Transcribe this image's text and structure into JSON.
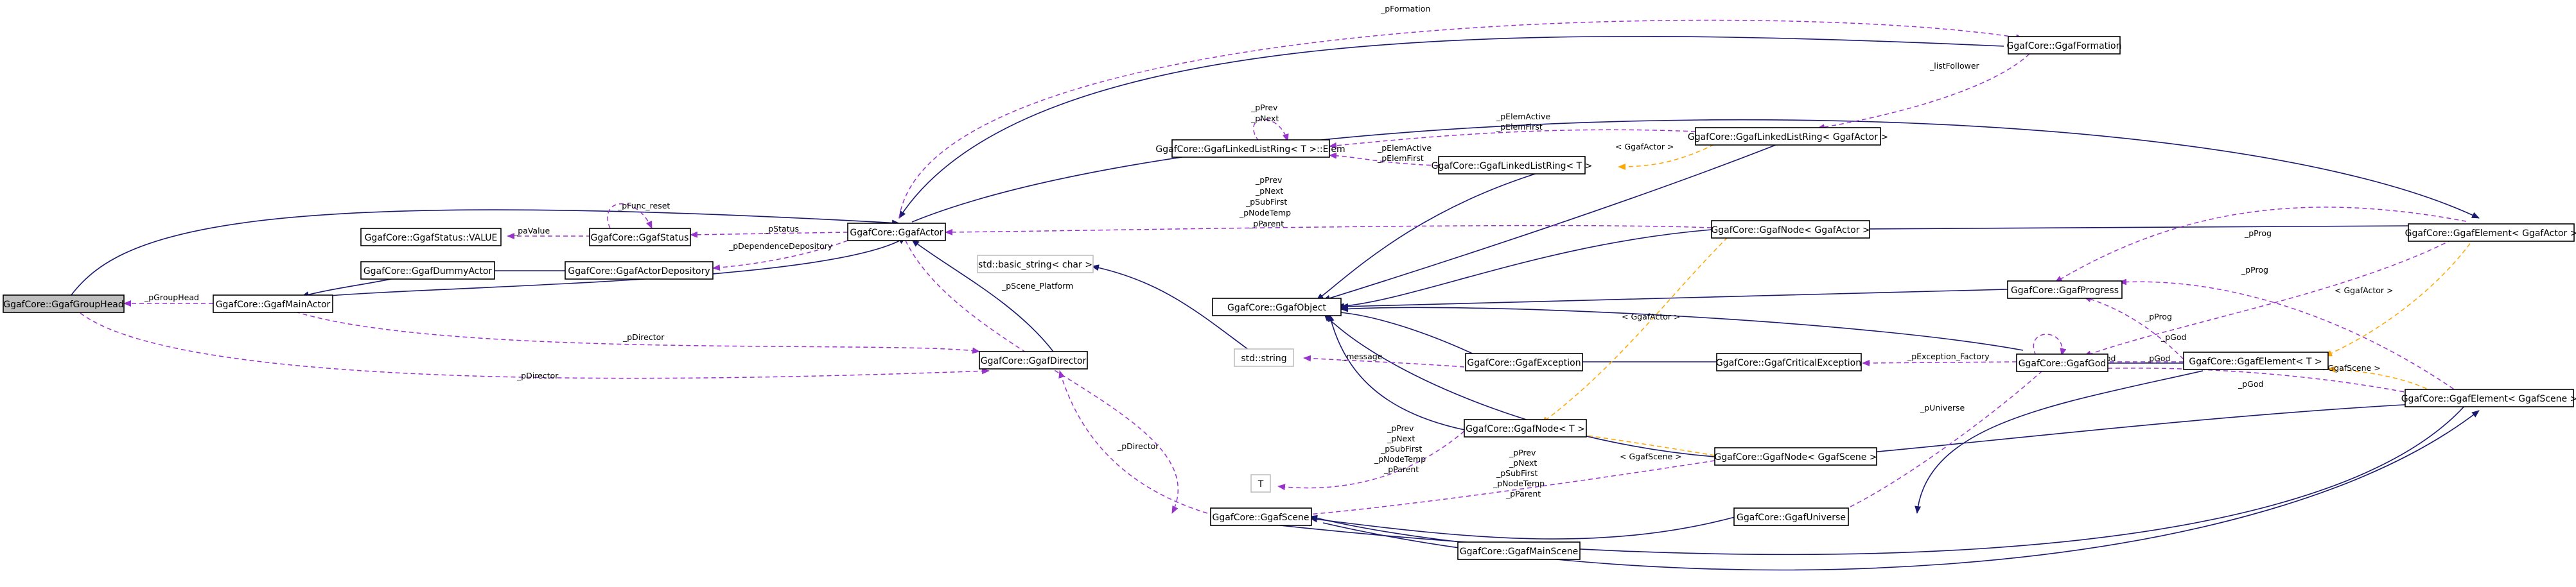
{
  "colors": {
    "inheritance": "#191970",
    "usage": "#9a32cd",
    "template": "#ffa500",
    "focus_node_fill": "#bfbfbf"
  },
  "nodes": {
    "group_head": "GgafCore::GgafGroupHead",
    "main_actor": "GgafCore::GgafMainActor",
    "dummy_actor": "GgafCore::GgafDummyActor",
    "status_value": "GgafCore::GgafStatus::VALUE",
    "status": "GgafCore::GgafStatus",
    "actor_depository": "GgafCore::GgafActorDepository",
    "actor": "GgafCore::GgafActor",
    "director": "GgafCore::GgafDirector",
    "ring_elem": "GgafCore::GgafLinkedListRing< T >::Elem",
    "ring_t": "GgafCore::GgafLinkedListRing< T >",
    "ring_actor": "GgafCore::GgafLinkedListRing< GgafActor >",
    "formation": "GgafCore::GgafFormation",
    "basic_string": "std::basic_string< char >",
    "string": "std::string",
    "object": "GgafCore::GgafObject",
    "node_actor": "GgafCore::GgafNode< GgafActor >",
    "exception": "GgafCore::GgafException",
    "critical_exception": "GgafCore::GgafCriticalException",
    "node_t": "GgafCore::GgafNode< T >",
    "node_scene": "GgafCore::GgafNode< GgafScene >",
    "t": "T",
    "scene": "GgafCore::GgafScene",
    "main_scene": "GgafCore::GgafMainScene",
    "universe": "GgafCore::GgafUniverse",
    "progress": "GgafCore::GgafProgress",
    "god": "GgafCore::GgafGod",
    "element_actor": "GgafCore::GgafElement< GgafActor >",
    "element_t": "GgafCore::GgafElement< T >",
    "element_scene": "GgafCore::GgafElement< GgafScene >"
  },
  "edge_labels": {
    "pFormation": "_pFormation",
    "listFollower": "_listFollower",
    "elem_prev_next": [
      "_pPrev",
      "_pNext"
    ],
    "elem_active_first": [
      "_pElemActive",
      "_pElemFirst"
    ],
    "ring_active_first": [
      "_pElemActive",
      "_pElemFirst"
    ],
    "tpl_ggafactor_1": "< GgafActor >",
    "pfunc_reset": "_pFunc_reset",
    "paValue": "_paValue",
    "pStatus": "_pStatus",
    "pDependenceDepository": "_pDependenceDepository",
    "node_actor_ptrs": [
      "_pPrev",
      "_pNext",
      "_pSubFirst",
      "_pNodeTemp",
      "_pParent"
    ],
    "pScene_Platform": "_pScene_Platform",
    "pGroupHead": "_pGroupHead",
    "pDirector_1": "_pDirector",
    "pDirector_2": "_pDirector",
    "pDirector_3": "_pDirector",
    "message": "_message",
    "pException_Factory": "_pException_Factory",
    "tpl_ggafactor_2": "< GgafActor >",
    "pProg_1": "_pProg",
    "pProg_2": "_pProg",
    "pProg_3": "_pProg",
    "pGod_self": "_pGod",
    "pGod_1": "_pGod",
    "pGod_2": "_pGod",
    "pGod_3": "_pGod",
    "tpl_ggafactor_3": "< GgafActor >",
    "tpl_ggafscene_1": "< GgafScene >",
    "pUniverse": "_pUniverse",
    "t_ptrs": [
      "_pPrev",
      "_pNext",
      "_pSubFirst",
      "_pNodeTemp",
      "_pParent"
    ],
    "scene_ptrs": [
      "_pPrev",
      "_pNext",
      "_pSubFirst",
      "_pNodeTemp",
      "_pParent"
    ],
    "tpl_ggafscene_2": "< GgafScene >"
  }
}
